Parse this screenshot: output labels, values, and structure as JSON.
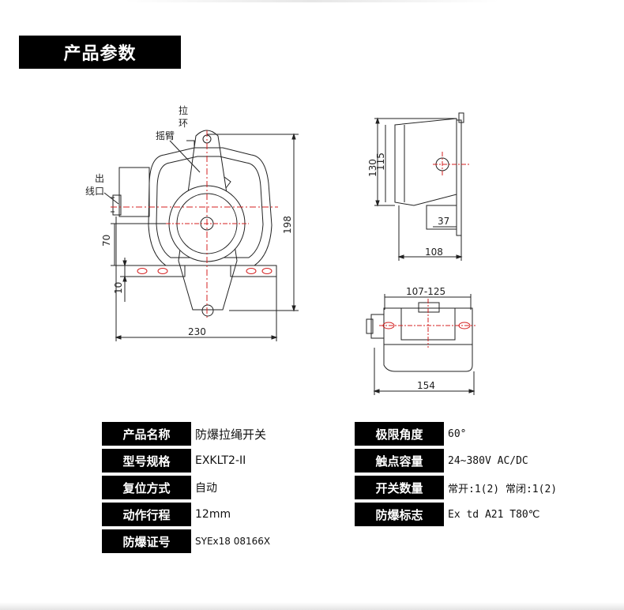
{
  "section_title": "产品参数",
  "drawing_labels": {
    "pull_ring_1": "拉",
    "pull_ring_2": "环",
    "rocker_arm": "摇臂",
    "outlet_1": "出",
    "outlet_2": "线口",
    "dim_70": "70",
    "dim_10": "10",
    "dim_230": "230",
    "dim_198": "198",
    "dim_130": "130",
    "dim_115": "115",
    "dim_37": "37",
    "dim_108": "108",
    "dim_107_125": "107-125",
    "dim_154": "154"
  },
  "specs_left": [
    {
      "label": "产品名称",
      "value": "防爆拉绳开关"
    },
    {
      "label": "型号规格",
      "value": "EXKLT2-II"
    },
    {
      "label": "复位方式",
      "value": "自动"
    },
    {
      "label": "动作行程",
      "value": "12mm"
    },
    {
      "label": "防爆证号",
      "value": "SYEx18 08166X"
    }
  ],
  "specs_right": [
    {
      "label": "极限角度",
      "value": "60°"
    },
    {
      "label": "触点容量",
      "value": "24~380V AC/DC"
    },
    {
      "label": "开关数量",
      "value": "常开:1(2) 常闭:1(2)"
    },
    {
      "label": "防爆标志",
      "value": "Ex td A21 T80℃"
    }
  ]
}
